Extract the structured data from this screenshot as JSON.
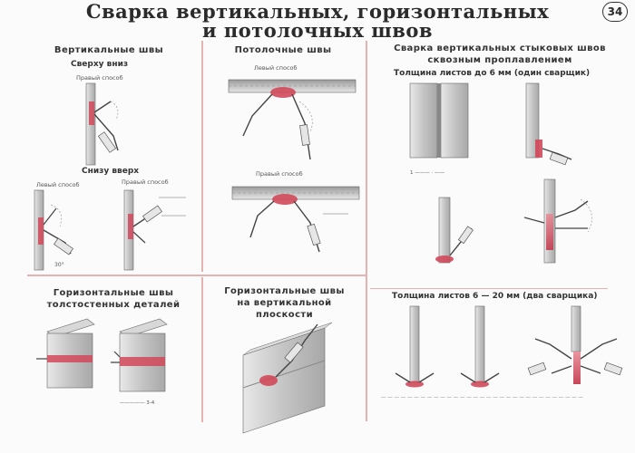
{
  "poster": {
    "title_line1": "Сварка вертикальных, горизонтальных",
    "title_line2": "и потолочных швов",
    "page_number": "34"
  },
  "sections": {
    "vertical": {
      "title": "Вертикальные швы",
      "top_down": "Сверху вниз",
      "top_down_hand": "Правый способ",
      "bottom_up": "Снизу вверх",
      "left_method": "Левый способ",
      "right_method": "Правый способ"
    },
    "overhead": {
      "title": "Потолочные швы",
      "left_method": "Левый способ",
      "right_method": "Правый способ"
    },
    "butt": {
      "title_line1": "Сварка вертикальных стыковых швов",
      "title_line2": "сквозным проплавлением",
      "thin": "Толщина листов до 6 мм (один сварщик)",
      "thick": "Толщина листов 6 — 20 мм (два сварщика)"
    },
    "horizontal_thick": {
      "title_line1": "Горизонтальные швы",
      "title_line2": "толстостенных деталей"
    },
    "horizontal_vertical": {
      "title_line1": "Горизонтальные швы",
      "title_line2": "на вертикальной",
      "title_line3": "плоскости"
    }
  },
  "colors": {
    "accent": "#d0485a",
    "divider": "#e5b2b2",
    "ink": "#2a2a2a",
    "metal": "#c9c9c9"
  }
}
